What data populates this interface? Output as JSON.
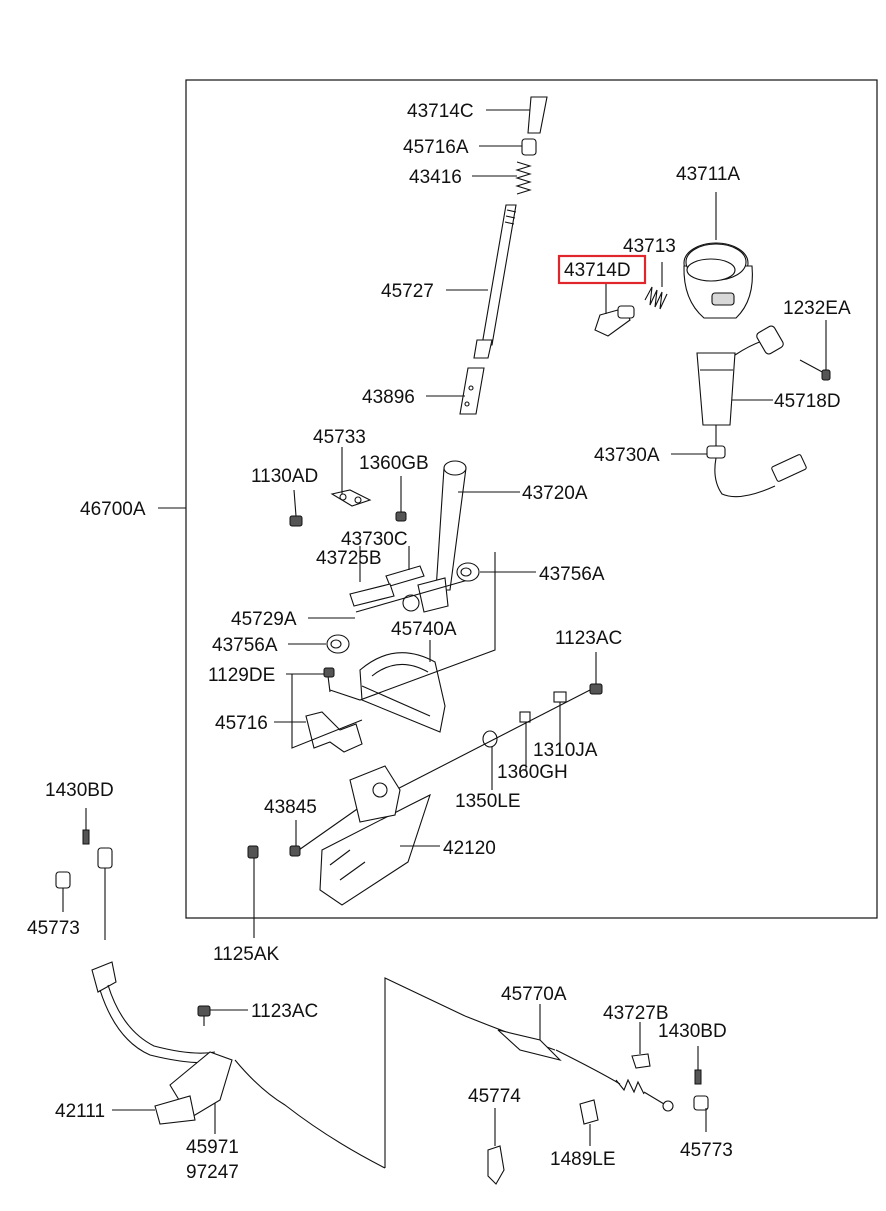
{
  "labels": {
    "l43714C": "43714C",
    "l45716A": "45716A",
    "l43416": "43416",
    "l45727": "45727",
    "l43896": "43896",
    "l43711A": "43711A",
    "l43713": "43713",
    "l43714D": "43714D",
    "l1232EA": "1232EA",
    "l45718D": "45718D",
    "l43730A": "43730A",
    "l46700A": "46700A",
    "l45733": "45733",
    "l1130AD": "1130AD",
    "l1360GB": "1360GB",
    "l43720A": "43720A",
    "l43730C": "43730C",
    "l43725B": "43725B",
    "l43756A_r": "43756A",
    "l45729A": "45729A",
    "l45740A": "45740A",
    "l43756A_l": "43756A",
    "l1123AC_top": "1123AC",
    "l1129DE": "1129DE",
    "l45716": "45716",
    "l1310JA": "1310JA",
    "l1360GH": "1360GH",
    "l1350LE": "1350LE",
    "l43845": "43845",
    "l42120": "42120",
    "l1430BD_l": "1430BD",
    "l45773_l": "45773",
    "l1125AK": "1125AK",
    "l1123AC_bot": "1123AC",
    "l45770A": "45770A",
    "l43727B": "43727B",
    "l1430BD_r": "1430BD",
    "l42111": "42111",
    "l45971": "45971",
    "l97247": "97247",
    "l45774": "45774",
    "l1489LE": "1489LE",
    "l45773_r": "45773"
  },
  "highlight": {
    "part": "43714D",
    "color": "#e0262b"
  }
}
